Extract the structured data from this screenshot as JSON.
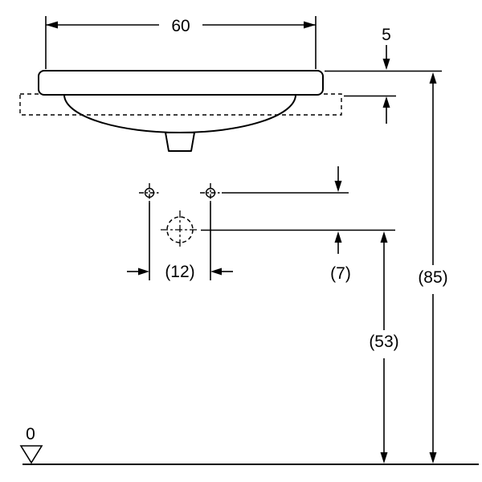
{
  "labels": {
    "width": "60",
    "rim_height": "5",
    "hole_spacing": "(12)",
    "drain_offset": "(7)",
    "drain_center_height": "(53)",
    "overall_height": "(85)",
    "floor_level": "0"
  },
  "colors": {
    "line": "#000000",
    "background": "#ffffff"
  }
}
